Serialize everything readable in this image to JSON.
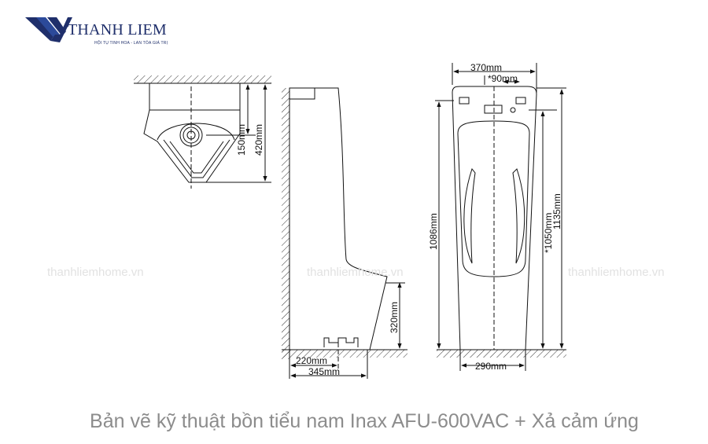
{
  "brand": {
    "name": "THANH LIEM",
    "tagline": "HỘI TỤ TINH HOA - LAN TỎA GIÁ TRỊ",
    "color": "#1f2f6b"
  },
  "watermark": "thanhliemhome.vn",
  "caption": "Bản vẽ kỹ thuật bồn tiểu nam Inax AFU-600VAC + Xả cảm ứng",
  "dimensions": {
    "top_view_150": "150mm",
    "top_view_420": "420mm",
    "side_320": "320mm",
    "side_220": "220mm",
    "side_345": "345mm",
    "front_370": "370mm",
    "front_90": "*90mm",
    "front_1086": "1086mm",
    "front_1050": "*1050mm",
    "front_1135": "1135mm",
    "front_290": "290mm"
  }
}
